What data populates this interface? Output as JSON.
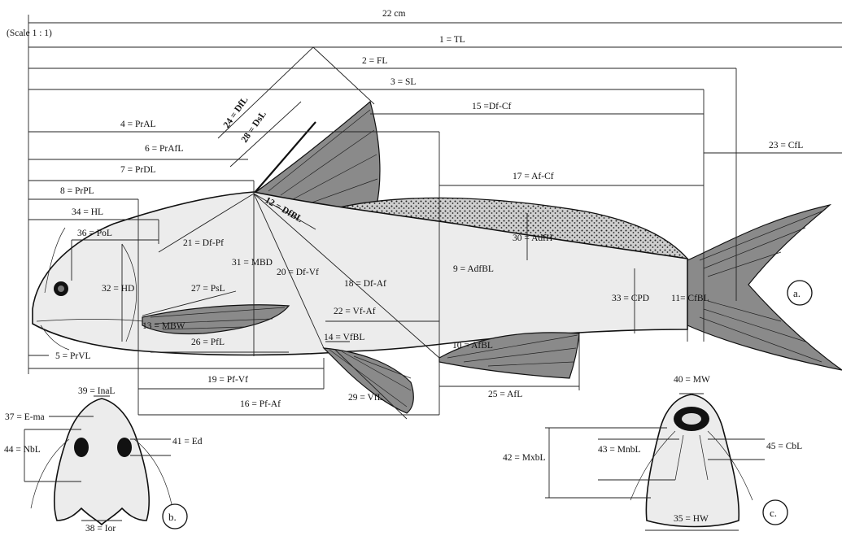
{
  "scale_bar": {
    "label": "22 cm",
    "scale_note": "(Scale 1 : 1)"
  },
  "panel_labels": {
    "a": "a.",
    "b": "b.",
    "c": "c."
  },
  "measurements": {
    "m1": "1 = TL",
    "m2": "2 = FL",
    "m3": "3 = SL",
    "m4": "4 = PrAL",
    "m5": "5 = PrVL",
    "m6": "6 = PrAfL",
    "m7": "7 = PrDL",
    "m8": "8 = PrPL",
    "m9": "9 = AdfBL",
    "m10": "10 = AfBL",
    "m11": "11= CfBL",
    "m12": "12 = DfBL",
    "m14": "14 = VfBL",
    "m15": "15 =Df-Cf",
    "m16": "16 = Pf-Af",
    "m17": "17 = Af-Cf",
    "m18": "18 = Df-Af",
    "m19": "19 = Pf-Vf",
    "m20": "20 = Df-Vf",
    "m21": "21 = Df-Pf",
    "m22": "22 = Vf-Af",
    "m23": "23 = CfL",
    "m24": "24 = DfL",
    "m25": "25 = AfL",
    "m26": "26 = PfL",
    "m27": "27 = PsL",
    "m28": "28 = DsL",
    "m29": "29 = VfL",
    "m30": "30 = AdfH",
    "m31": "31 = MBD",
    "m32": "32 = HD",
    "m33": "33 = CPD",
    "m34": "34 = HL",
    "m35": "35 = HW",
    "m36": "36 = PoL",
    "m37": "37 = E-ma",
    "m38": "38 = Ior",
    "m39": "39 = InaL",
    "m40": "40 = MW",
    "m41": "41 = Ed",
    "m42": "42 = MxbL",
    "m43": "43 = MnbL",
    "m44": "44 = NbL",
    "m45": "45 = CbL",
    "m13": "13 = MBW"
  }
}
